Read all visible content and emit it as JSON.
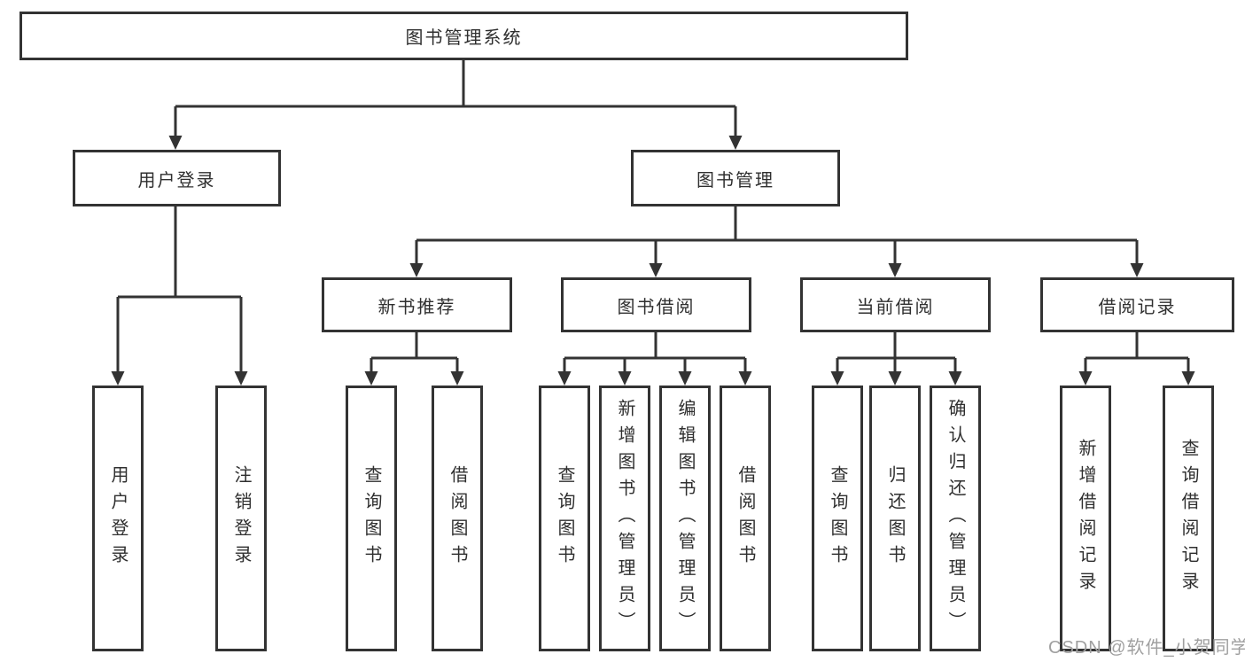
{
  "colors": {
    "line": "#333333",
    "box_border": "#333333",
    "text": "#2f2f2f",
    "background": "#ffffff",
    "watermark": "#a0a0a0"
  },
  "watermark": {
    "text": "CSDN @软件_小贺同学"
  },
  "tree": {
    "root": {
      "label": "图书管理系统",
      "children": [
        {
          "label": "用户登录",
          "children": [
            {
              "label": "用户登录"
            },
            {
              "label": "注销登录"
            }
          ]
        },
        {
          "label": "图书管理",
          "children": [
            {
              "label": "新书推荐",
              "children": [
                {
                  "label": "查询图书"
                },
                {
                  "label": "借阅图书"
                }
              ]
            },
            {
              "label": "图书借阅",
              "children": [
                {
                  "label": "查询图书"
                },
                {
                  "label": "新增图书（管理员）"
                },
                {
                  "label": "编辑图书（管理员）"
                },
                {
                  "label": "借阅图书"
                }
              ]
            },
            {
              "label": "当前借阅",
              "children": [
                {
                  "label": "查询图书"
                },
                {
                  "label": "归还图书"
                },
                {
                  "label": "确认归还（管理员）"
                }
              ]
            },
            {
              "label": "借阅记录",
              "children": [
                {
                  "label": "新增借阅记录"
                },
                {
                  "label": "查询借阅记录"
                }
              ]
            }
          ]
        }
      ]
    }
  }
}
